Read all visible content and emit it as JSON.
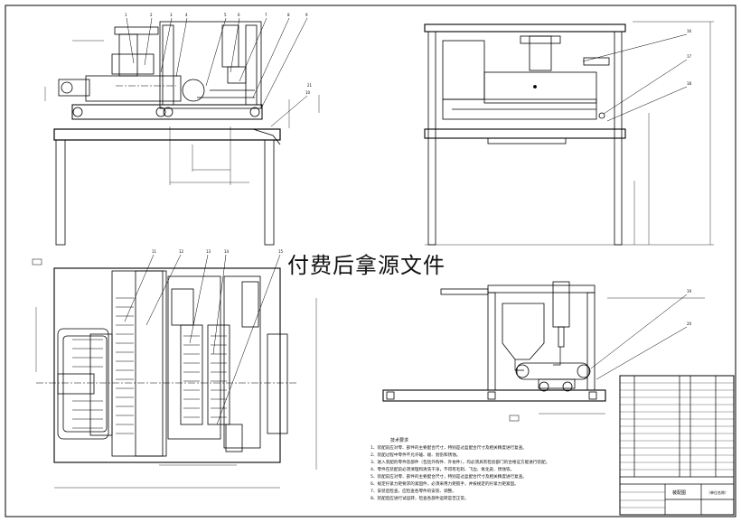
{
  "watermark": "付费后拿源文件",
  "notes": {
    "title": "技术要求",
    "lines": [
      "1、装配前应对零、部件的主要配合尺寸，特别是过盈配合尺寸及相关精度进行复查。",
      "2、装配过程中零件不允许磕、碰、划伤和锈蚀。",
      "3、进入装配的零件及部件（包括外购件、外协件），均必须具有检验部门的合格证方能进行装配。",
      "4、零件在装配前必须清理和清洗干净，不得有毛刺、飞边、氧化皮、锈蚀等。",
      "5、装配前应对零、部件的主要配合尺寸，特别是过盈配合尺寸及相关精度进行复查。",
      "6、规定拧紧力矩要求的紧固件，必须采用力矩扳手，并按规定的拧紧力矩紧固。",
      "7、安装后检查，应检查各零件的安装、调整。",
      "8、装配后应进行试运转，检查各部件运转是否正常。"
    ]
  },
  "title_block": {
    "drawing_name": "装配图",
    "company": "（单位名称）"
  },
  "balloons": [
    "1",
    "2",
    "3",
    "4",
    "5",
    "6",
    "7",
    "8",
    "9",
    "10",
    "11",
    "12",
    "13",
    "14",
    "15",
    "16",
    "17",
    "18",
    "19",
    "20",
    "21"
  ]
}
